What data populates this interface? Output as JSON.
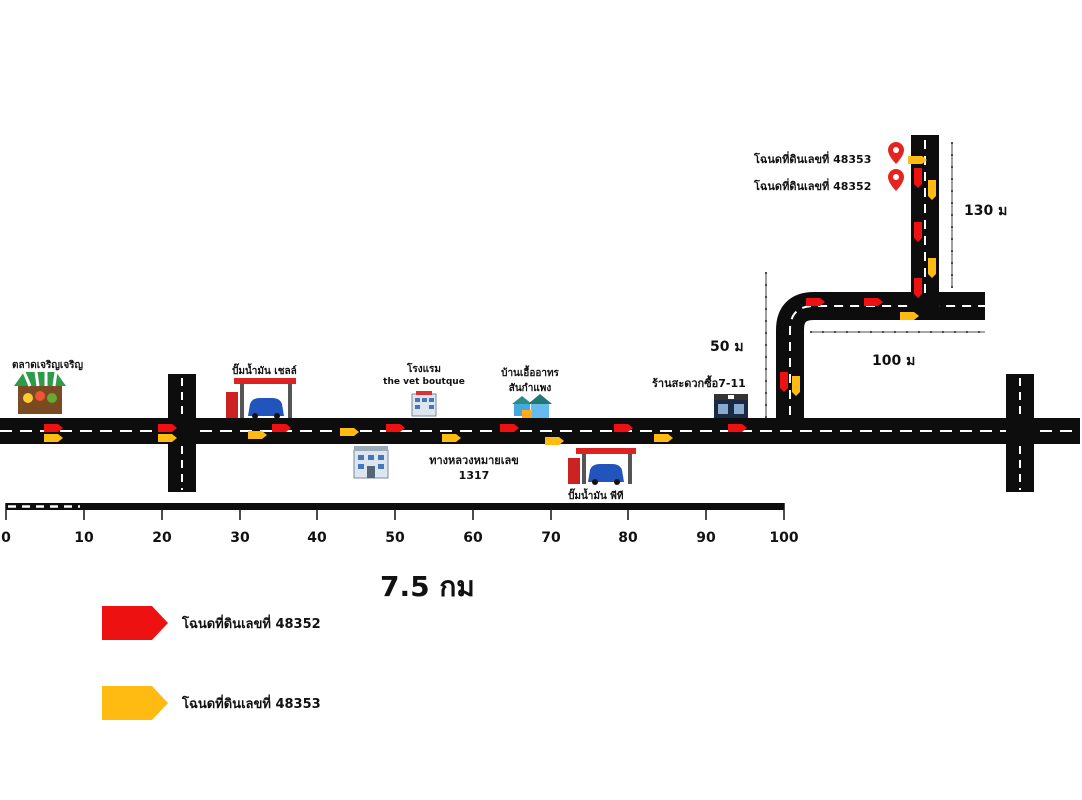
{
  "labels": {
    "market": "ตลาดเจริญเจริญ",
    "shell": "ปั๊มน้ำมัน เชลล์",
    "hotel_line1": "โรงแรม",
    "hotel_line2": "the vet boutque",
    "restaurant_line1": "บ้านเอื้ออาทร",
    "restaurant_line2": "สันกำแพง",
    "seven_eleven": "ร้านสะดวกซื้อ7-11",
    "highway_line1": "ทางหลวงหมายเลข",
    "highway_line2": "1317",
    "ptt": "ปั๊มน้ำมัน พีที",
    "pin_48353": "โฉนดที่ดินเลขที่ 48353",
    "pin_48352": "โฉนดที่ดินเลขที่ 48352",
    "dist_130": "130 ม",
    "dist_50": "50 ม",
    "dist_100": "100 ม"
  },
  "scale": {
    "ticks": [
      "0",
      "10",
      "20",
      "30",
      "40",
      "50",
      "60",
      "70",
      "80",
      "90",
      "100"
    ],
    "total_label": "7.5 กม"
  },
  "legend": [
    {
      "color": "#ee1111",
      "label": "โฉนดที่ดินเลขที่ 48352"
    },
    {
      "color": "#ffbb11",
      "label": "โฉนดที่ดินเลขที่ 48353"
    }
  ],
  "colors": {
    "road": "#0d0d0d",
    "route_red": "#ee1111",
    "route_yellow": "#ffbb11",
    "pin": "#e52420"
  }
}
